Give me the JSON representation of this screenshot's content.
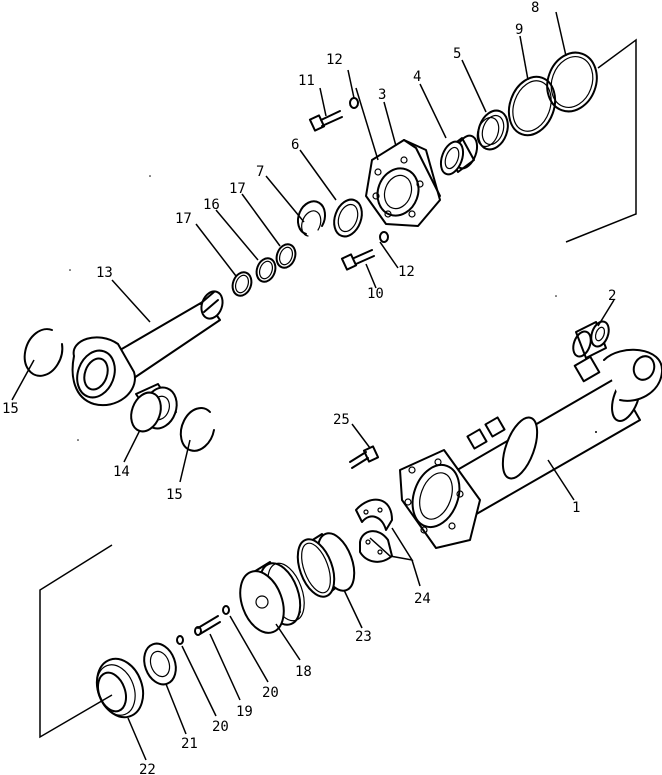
{
  "callouts": {
    "c1": "1",
    "c2": "2",
    "c3": "3",
    "c4": "4",
    "c5": "5",
    "c6": "6",
    "c7": "7",
    "c8": "8",
    "c9": "9",
    "c10": "10",
    "c11": "11",
    "c12a": "12",
    "c12b": "12",
    "c13": "13",
    "c14": "14",
    "c15a": "15",
    "c15b": "15",
    "c16": "16",
    "c17a": "17",
    "c17b": "17",
    "c18": "18",
    "c19": "19",
    "c20a": "20",
    "c20b": "20",
    "c21": "21",
    "c22": "22",
    "c23": "23",
    "c24": "24",
    "c25": "25"
  }
}
